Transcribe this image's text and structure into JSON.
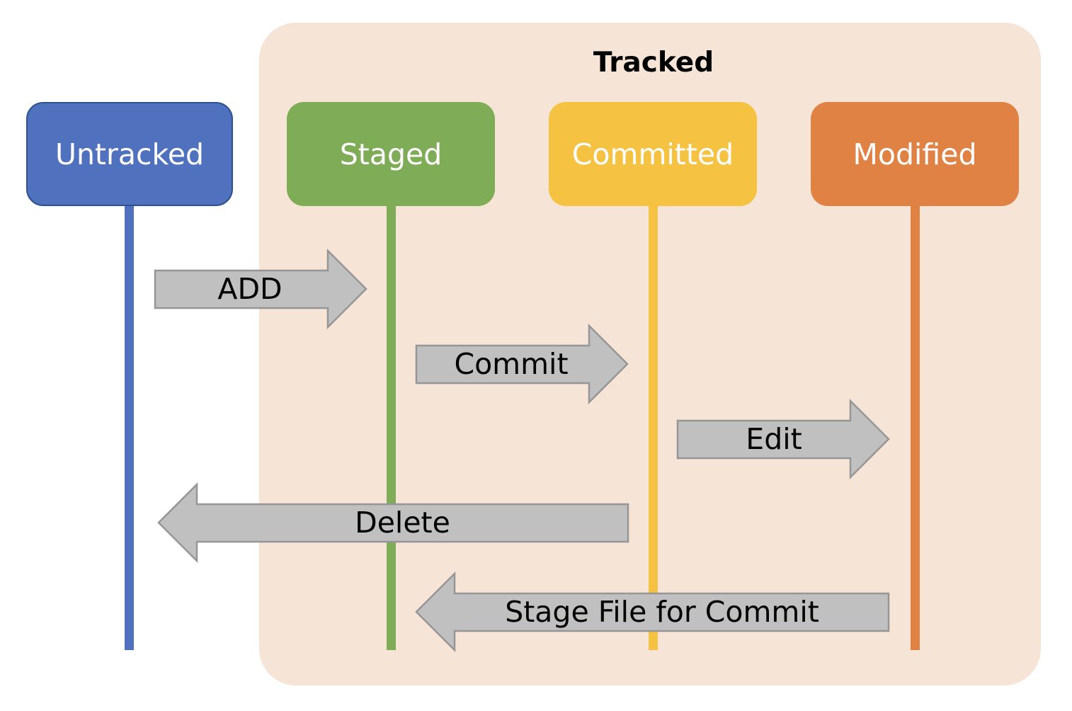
{
  "tracked_group": {
    "title": "Tracked",
    "background_color": "#f6e4d7"
  },
  "states": [
    {
      "label": "Untracked",
      "color": "#4f71be"
    },
    {
      "label": "Staged",
      "color": "#7fac56"
    },
    {
      "label": "Committed",
      "color": "#f5c242"
    },
    {
      "label": "Modified",
      "color": "#e08244"
    }
  ],
  "transitions": [
    {
      "label": "ADD",
      "from": "Untracked",
      "to": "Staged"
    },
    {
      "label": "Commit",
      "from": "Staged",
      "to": "Committed"
    },
    {
      "label": "Edit",
      "from": "Committed",
      "to": "Modified"
    },
    {
      "label": "Delete",
      "from": "Committed",
      "to": "Untracked"
    },
    {
      "label": "Stage File for Commit",
      "from": "Modified",
      "to": "Staged"
    }
  ],
  "colors": {
    "arrow_fill": "#c0c0c0",
    "arrow_stroke": "#969696"
  }
}
